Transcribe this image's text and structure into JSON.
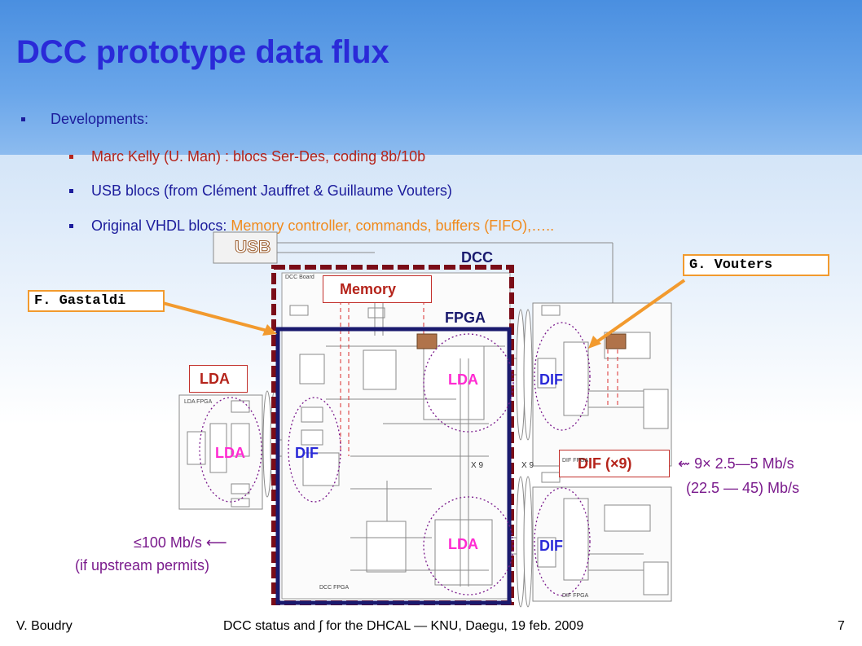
{
  "slide": {
    "title": "DCC prototype data flux",
    "bullets": {
      "developments_label": "Developments",
      "developments_colon": ":",
      "marc": "Marc Kelly (U. Man) : blocs Ser-Des, coding 8b/10b",
      "usb": "USB blocs (from Clément Jauffret & Guillaume Vouters)",
      "vhdl_prefix": "Original VHDL blocs: ",
      "vhdl_items": "Memory controller, commands, buffers (FIFO),….."
    }
  },
  "diagram": {
    "usb": "USB",
    "dcc": "DCC",
    "memory": "Memory",
    "fpga": "FPGA",
    "lda_box": "LDA",
    "lda_inner_top": "LDA",
    "lda_inner_bottom": "LDA",
    "lda_left": "LDA",
    "dif_top": "DIF",
    "dif_mid": "DIF",
    "dif_bottom": "DIF",
    "dif_x9": "DIF (×9)",
    "x9_a": "X 9",
    "x9_b": "X 9",
    "dcc_board": "DCC Board",
    "dcc_fpga": "DCC FPGA",
    "lda_fpga": "LDA FPGA",
    "dif_fpga_top": "DIF FPGA",
    "dif_fpga_bottom": "DIF FPGA",
    "author_left": "F. Gastaldi",
    "author_right": "G. Vouters",
    "rate_right_line1": "⇜ 9× 2.5—5 Mb/s",
    "rate_right_line2": "(22.5 — 45) Mb/s",
    "rate_left_line1": "≤100 Mb/s ⟵",
    "rate_left_line2": "(if upstream permits)"
  },
  "footer": {
    "author": "V. Boudry",
    "talk": "DCC status and ∫ for the DHCAL  — KNU, Daegu, 19 feb. 2009",
    "page": "7"
  },
  "colors": {
    "title": "#2a2ad8",
    "blue_text": "#1c1c9c",
    "red_text": "#b5241b",
    "orange": "#f08a1c",
    "magenta": "#ff2cd2",
    "purple": "#7a1a8c",
    "dark_red": "#7a0c18",
    "navy": "#1a1a6e"
  }
}
